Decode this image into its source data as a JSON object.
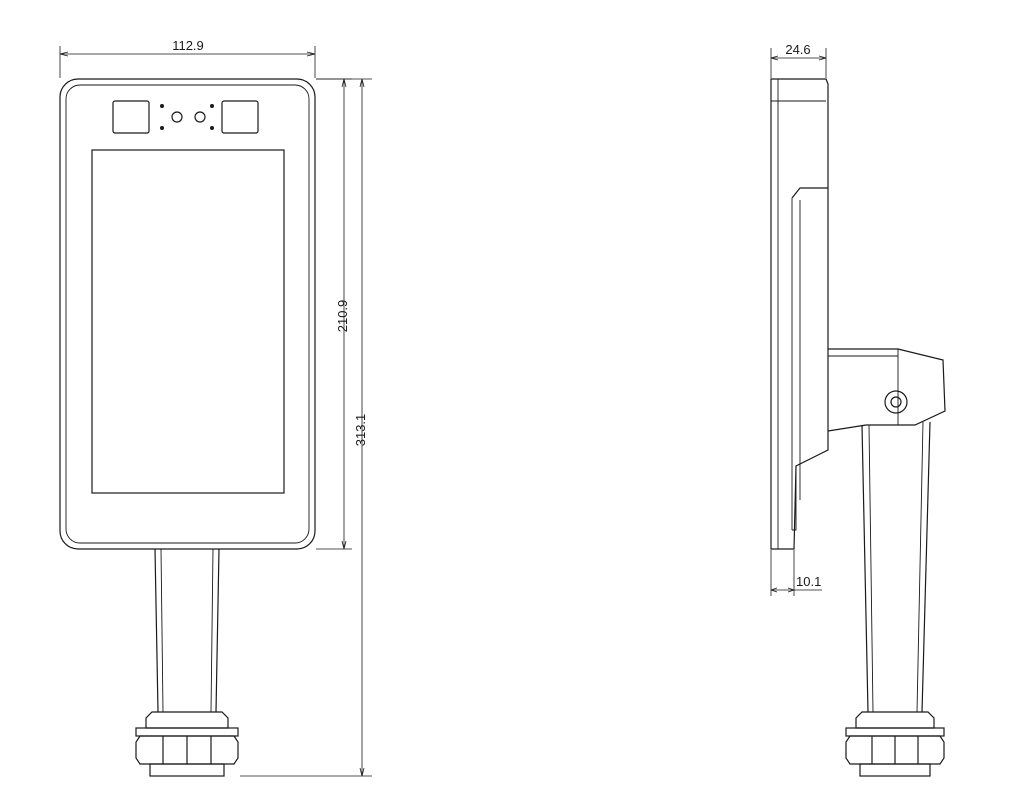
{
  "dimensions": {
    "front_width": "112.9",
    "screen_height": "210.9",
    "total_height": "313.1",
    "side_depth": "24.6",
    "side_bottom": "10.1"
  }
}
